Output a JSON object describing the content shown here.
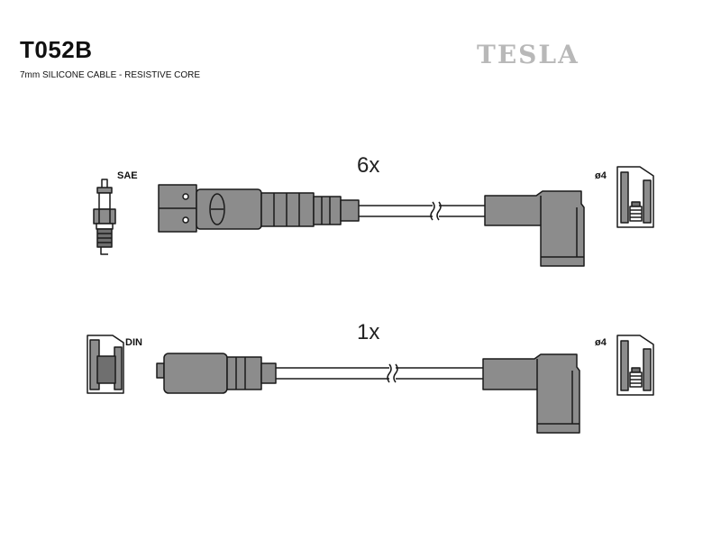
{
  "header": {
    "code": "T052B",
    "subtitle": "7mm SILICONE CABLE - RESISTIVE CORE",
    "brand": "TESLA"
  },
  "leads": [
    {
      "quantity": "6x",
      "start_terminal": "SAE",
      "end_terminal": "ø4"
    },
    {
      "quantity": "1x",
      "start_terminal": "DIN",
      "end_terminal": "ø4"
    }
  ],
  "colors": {
    "part_fill": "#8c8c8c",
    "outline": "#1a1a1a",
    "brand": "#b8b8b8"
  }
}
